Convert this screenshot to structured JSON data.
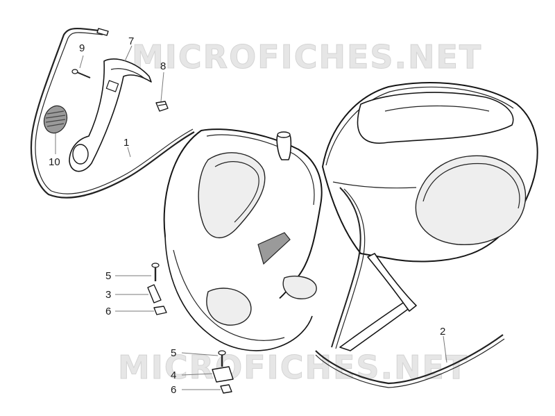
{
  "watermark": "MICROFICHES.NET",
  "callouts": [
    {
      "id": "9",
      "label": "9"
    },
    {
      "id": "7",
      "label": "7"
    },
    {
      "id": "8",
      "label": "8"
    },
    {
      "id": "1",
      "label": "1"
    },
    {
      "id": "10",
      "label": "10"
    },
    {
      "id": "5a",
      "label": "5"
    },
    {
      "id": "3",
      "label": "3"
    },
    {
      "id": "6a",
      "label": "6"
    },
    {
      "id": "2",
      "label": "2"
    },
    {
      "id": "5b",
      "label": "5"
    },
    {
      "id": "4",
      "label": "4"
    },
    {
      "id": "6b",
      "label": "6"
    }
  ]
}
